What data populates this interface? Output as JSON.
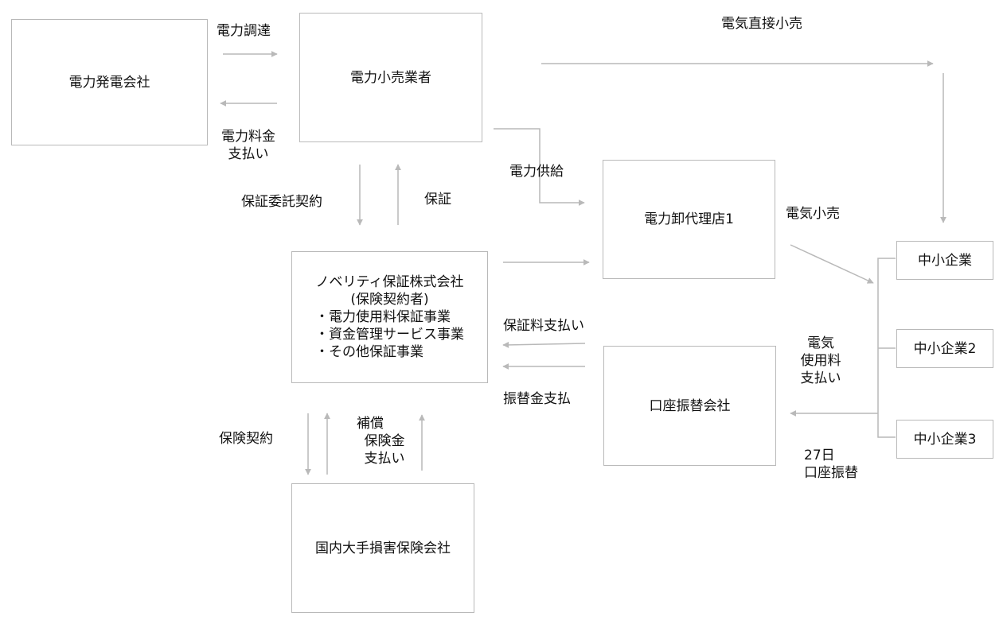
{
  "boxes": {
    "power_gen": "電力発電会社",
    "retailer": "電力小売業者",
    "agency": "電力卸代理店1",
    "novelity": {
      "line1": "ノベリティ保証株式会社",
      "line2": "(保険契約者)",
      "bullets": [
        "・電力使用料保証事業",
        "・資金管理サービス事業",
        "・その他保証事業"
      ]
    },
    "transfer_co": "口座振替会社",
    "insurer": "国内大手損害保険会社",
    "sme1": "中小企業",
    "sme2": "中小企業2",
    "sme3": "中小企業3"
  },
  "labels": {
    "power_procurement": "電力調達",
    "power_fee_payment": [
      "電力料金",
      "支払い"
    ],
    "direct_retail": "電気直接小売",
    "power_supply": "電力供給",
    "guarantee_contract": "保証委託契約",
    "guarantee": "保証",
    "electric_retail": "電気小売",
    "guarantee_fee_payment": "保証料支払い",
    "transfer_payment": "振替金支払",
    "electric_usage_payment": [
      "電気",
      "使用料",
      "支払い"
    ],
    "debit_27": [
      "27日",
      "口座振替"
    ],
    "insurance_contract": "保険契約",
    "compensation_payment": [
      "補償",
      "保険金",
      "支払い"
    ]
  },
  "colors": {
    "line": "#b9b9b9",
    "text": "#111111"
  }
}
